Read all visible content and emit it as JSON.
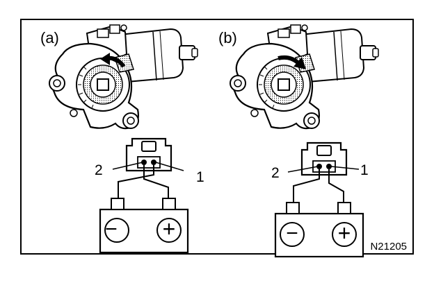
{
  "panels": [
    {
      "label": "(a)",
      "pin_left": "2",
      "pin_right": "1",
      "neg_symbol": "−",
      "pos_symbol": "+",
      "rotation": "counter-clockwise"
    },
    {
      "label": "(b)",
      "pin_left": "2",
      "pin_right": "1",
      "neg_symbol": "−",
      "pos_symbol": "+",
      "rotation": "clockwise"
    }
  ],
  "figure_code": "N21205",
  "colors": {
    "line": "#000000",
    "background": "#ffffff"
  }
}
